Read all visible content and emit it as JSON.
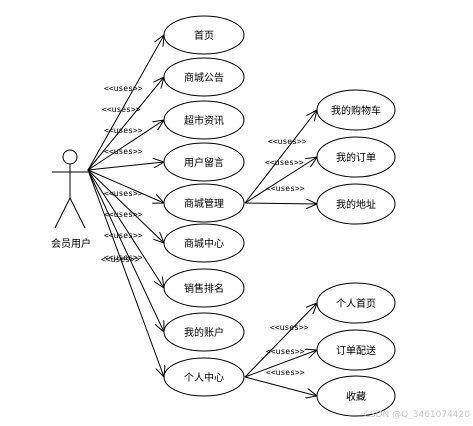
{
  "actor": {
    "label": "会员用户"
  },
  "stereotype": "<<uses>>",
  "use_cases": [
    {
      "id": "home",
      "label": "首页"
    },
    {
      "id": "notice",
      "label": "商城公告"
    },
    {
      "id": "news",
      "label": "超市资讯"
    },
    {
      "id": "message",
      "label": "用户留言"
    },
    {
      "id": "manage",
      "label": "商城管理"
    },
    {
      "id": "center",
      "label": "商城中心"
    },
    {
      "id": "ranking",
      "label": "销售排名"
    },
    {
      "id": "account",
      "label": "我的账户"
    },
    {
      "id": "personal",
      "label": "个人中心"
    }
  ],
  "sub_use_cases": [
    {
      "id": "cart",
      "label": "我的购物车",
      "parent": "manage"
    },
    {
      "id": "orders",
      "label": "我的订单",
      "parent": "manage"
    },
    {
      "id": "address",
      "label": "我的地址",
      "parent": "manage"
    },
    {
      "id": "profile",
      "label": "个人首页",
      "parent": "personal"
    },
    {
      "id": "delivery",
      "label": "订单配送",
      "parent": "personal"
    },
    {
      "id": "favorites",
      "label": "收藏",
      "parent": "personal"
    }
  ],
  "watermark": "CSDN @Q_3461074420"
}
